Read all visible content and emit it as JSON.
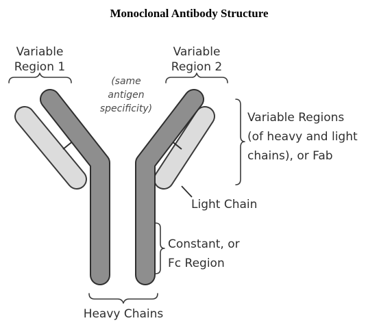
{
  "title": "Monoclonal Antibody Structure",
  "labels": {
    "variable_region_1": [
      "Variable",
      "Region 1"
    ],
    "variable_region_2": [
      "Variable",
      "Region 2"
    ],
    "same_specificity": [
      "(same",
      "antigen",
      "specificity)"
    ],
    "variable_regions": [
      "Variable Regions",
      "(of heavy and light",
      "chains), or Fab"
    ],
    "light_chain": "Light Chain",
    "constant_region": [
      "Constant, or",
      "Fc Region"
    ],
    "heavy_chains": "Heavy Chains"
  },
  "colors": {
    "heavy_chain": "#8e8e8e",
    "light_chain": "#dcdcdc",
    "outline": "#2e2e2e",
    "text": "#2f2f2f"
  }
}
